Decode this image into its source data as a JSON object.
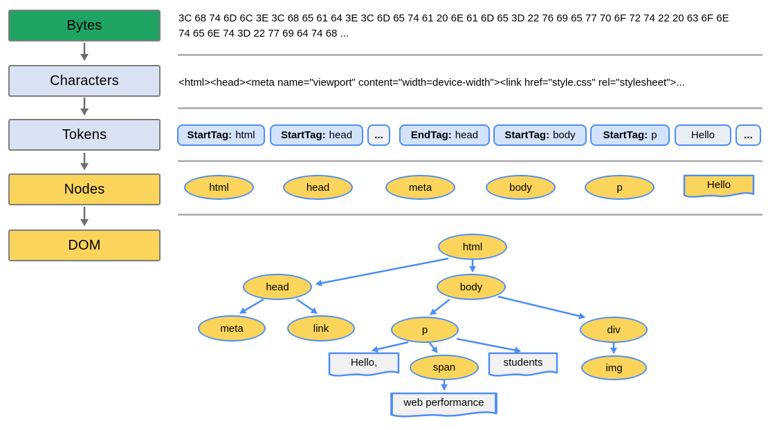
{
  "colors": {
    "green": "#1FA464",
    "stage_blue": "#D9E2F3",
    "yellow": "#FBD45B",
    "token_fill": "#D2E3FB",
    "token_text_fill": "#E9EDF5",
    "ellipsis_fill": "#F0F2F5",
    "doc_fill": "#F1F1F1",
    "blue": "#4D8DF6",
    "gray_border": "#7D7D7D",
    "divider_gray": "#A9A9A9",
    "arrow_gray": "#6E6E6E"
  },
  "stages": [
    {
      "label": "Bytes"
    },
    {
      "label": "Characters"
    },
    {
      "label": "Tokens"
    },
    {
      "label": "Nodes"
    },
    {
      "label": "DOM"
    }
  ],
  "bytes_row": {
    "line1": "3C 68 74 6D 6C 3E 3C 68 65 61 64 3E 3C 6D 65 74 61 20 6E 61 6D 65 3D 22 76 69 65 77 70 6F 72 74 22 20 63 6F 6E",
    "line2": "74 65 6E 74 3D 22 77 69 64 74 68 ..."
  },
  "characters_row": {
    "text": "<html><head><meta name=\"viewport\" content=\"width=device-width\"><link href=\"style.css\" rel=\"stylesheet\">..."
  },
  "tokens": [
    {
      "bold": "StartTag:",
      "value": "html"
    },
    {
      "bold": "StartTag:",
      "value": "head"
    },
    {
      "value": "..."
    },
    {
      "bold": "EndTag:",
      "value": "head"
    },
    {
      "bold": "StartTag:",
      "value": "body"
    },
    {
      "bold": "StartTag:",
      "value": "p"
    },
    {
      "value": "Hello"
    },
    {
      "value": "..."
    }
  ],
  "nodes_row": {
    "ellipses": [
      "html",
      "head",
      "meta",
      "body",
      "p"
    ],
    "text_node": "Hello"
  },
  "dom_tree": {
    "elements": [
      "html",
      "head",
      "body",
      "meta",
      "link",
      "p",
      "div",
      "span",
      "img"
    ],
    "text_nodes": [
      "Hello,",
      "students",
      "web performance"
    ]
  }
}
